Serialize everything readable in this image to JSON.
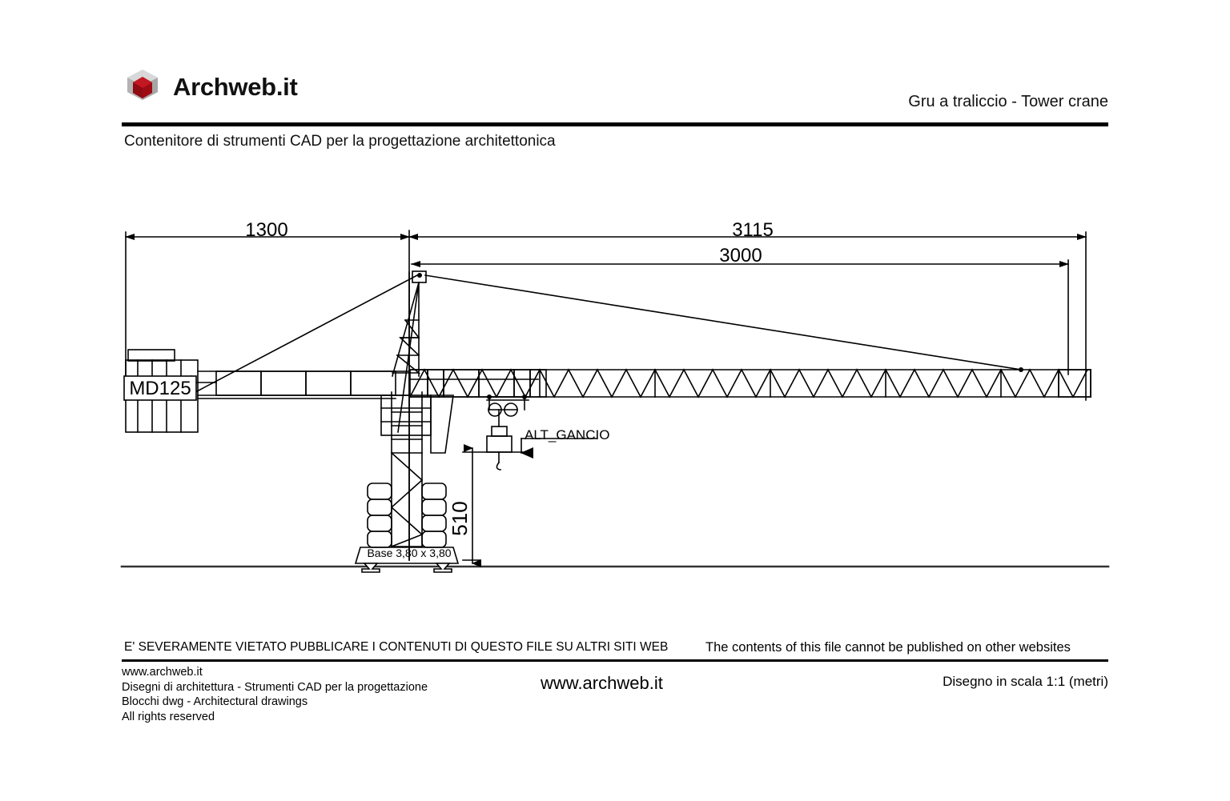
{
  "header": {
    "logo_text": "Archweb.it",
    "logo_icon": "cube-logo-icon",
    "title": "Gru a traliccio - Tower crane",
    "subtitle": "Contenitore di strumenti CAD per la progettazione architettonica"
  },
  "drawing": {
    "labels": {
      "dim_counterjib": "1300",
      "dim_jib_total": "3115",
      "dim_jib_inner": "3000",
      "dim_hook_height": "510",
      "model_tag": "MD125",
      "hook_label": "ALT_GANCIO",
      "base_label": "Base 3,80 x 3,80"
    },
    "colors": {
      "line": "#000000",
      "ground": "#333333"
    }
  },
  "footer": {
    "notice_it": "E' SEVERAMENTE VIETATO PUBBLICARE I CONTENUTI DI QUESTO FILE SU ALTRI SITI WEB",
    "notice_en": "The contents of this file cannot be published on other websites",
    "lines": [
      "www.archweb.it",
      "Disegni di architettura - Strumenti CAD  per la progettazione",
      "Blocchi dwg - Architectural drawings",
      "All rights reserved"
    ],
    "center_url": "www.archweb.it",
    "scale": "Disegno in scala 1:1 (metri)"
  }
}
